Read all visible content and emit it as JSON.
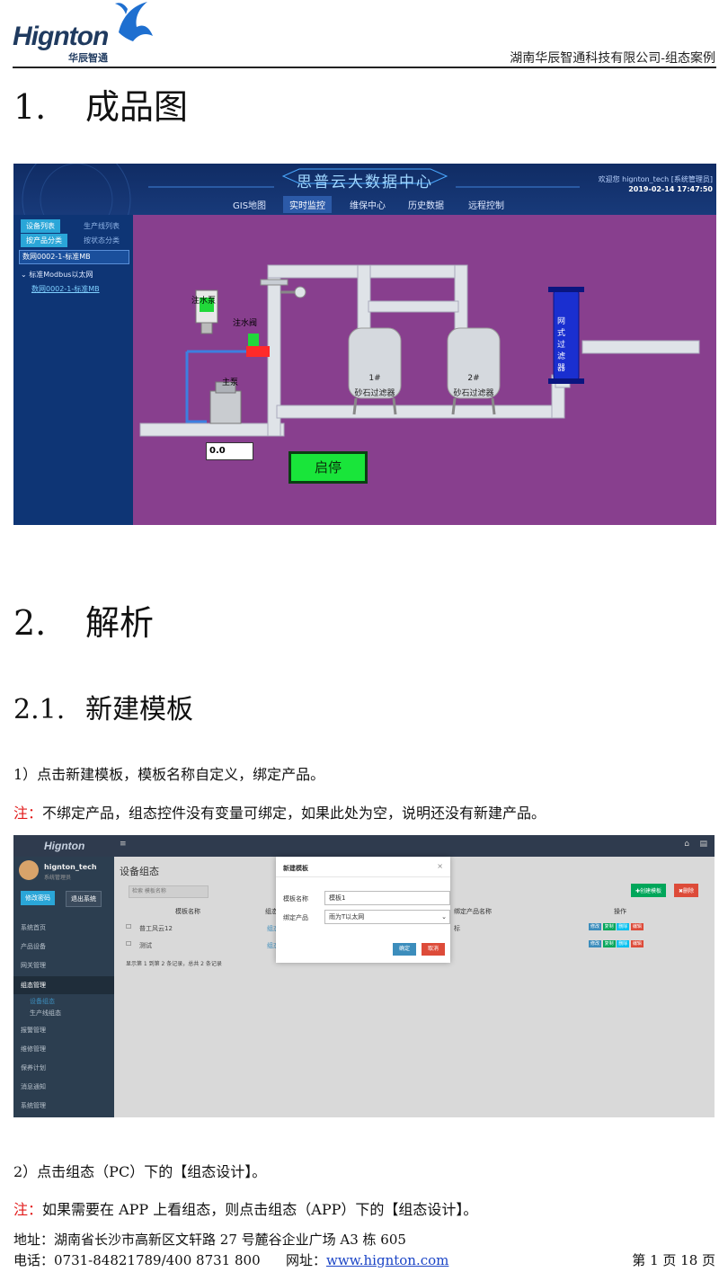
{
  "header": {
    "logo_text": "Hignton",
    "logo_sub": "华辰智通",
    "company": "湖南华辰智通科技有限公司-组态案例"
  },
  "section1": {
    "number": "1.",
    "title": "成品图"
  },
  "shot1": {
    "title": "思普云大数据中心",
    "welcome": "欢迎您 hignton_tech [系统管理员]",
    "datetime": "2019-02-14 17:47:50",
    "nav": [
      "GIS地图",
      "实时监控",
      "维保中心",
      "历史数据",
      "远程控制"
    ],
    "active_nav": "实时监控",
    "side_tabs": [
      "设备列表",
      "生产线列表",
      "按产品分类",
      "按状态分类"
    ],
    "search_value": "数网0002-1-标准MB",
    "tree_root": "标准Modbus以太网",
    "tree_child": "数网0002-1-标准MB",
    "labels": {
      "inject_pump": "注水泵",
      "inject_valve": "注水阀",
      "main_pump": "主泵",
      "tank1_num": "1#",
      "tank1_name": "砂石过滤器",
      "tank2_num": "2#",
      "tank2_name": "砂石过滤器",
      "mesh_filter": "网式过滤器"
    },
    "value": "0.0",
    "start_stop": "启停"
  },
  "section2": {
    "number": "2.",
    "title": "解析"
  },
  "section21": {
    "number": "2.1.",
    "title": "新建模板"
  },
  "step1": "1）点击新建模板，模板名称自定义，绑定产品。",
  "note1": {
    "prefix": "注：",
    "text": "不绑定产品，组态控件没有变量可绑定，如果此处为空，说明还没有新建产品。"
  },
  "shot2": {
    "logo": "Hignton",
    "user": "hignton_tech",
    "role": "系统管理员",
    "btn_modify": "修改密码",
    "btn_logout": "退出系统",
    "menu": [
      "系统首页",
      "产品设备",
      "网关管理",
      "组态管理",
      "设备组态",
      "生产线组态",
      "报警管理",
      "维修管理",
      "保养计划",
      "消息通知",
      "系统管理"
    ],
    "page_title": "设备组态",
    "search_placeholder": "检索 模板名称",
    "btn_new": "✚创建模板",
    "btn_delete": "✖删除",
    "columns": [
      "模板名称",
      "组态",
      "绑定产品名称",
      "操作"
    ],
    "rows": [
      [
        "普工风云12",
        "组态",
        "标"
      ],
      [
        "测试",
        "组态",
        ""
      ]
    ],
    "row_actions": [
      "修改",
      "复制",
      "删除",
      "编辑"
    ],
    "pager": "显示第 1 到第 2 条记录，总共 2 条记录",
    "modal": {
      "title": "新建模板",
      "close": "×",
      "name_label": "模板名称",
      "name_value": "模板1",
      "product_label": "绑定产品",
      "product_value": "雨为T以太网",
      "ok": "确定",
      "cancel": "取消"
    }
  },
  "step2": "2）点击组态（PC）下的【组态设计】。",
  "note2": {
    "prefix": "注：",
    "text": "如果需要在 APP 上看组态，则点击组态（APP）下的【组态设计】。"
  },
  "footer": {
    "address": "地址：湖南省长沙市高新区文轩路 27 号麓谷企业广场 A3 栋 605",
    "phone": "电话：0731-84821789/400 8731 800",
    "site_label": "网址：",
    "site_url": "www.hignton.com",
    "page": "第 1 页 18 页"
  },
  "colors": {
    "accent_red": "#e21b1b",
    "canvas_purple": "#883f8e",
    "start_green": "#19e53a"
  }
}
